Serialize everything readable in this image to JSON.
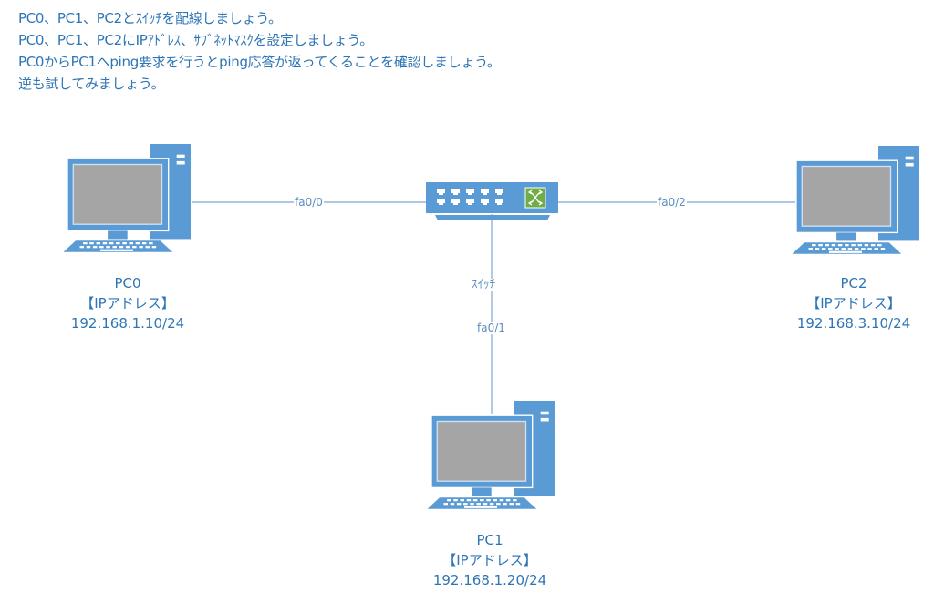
{
  "instructions": [
    "PC0、PC1、PC2とｽｲｯﾁを配線しましょう。",
    "PC0、PC1、PC2にIPｱﾄﾞﾚｽ、ｻﾌﾞﾈｯﾄﾏｽｸを設定しましょう。",
    "PC0からPC1へping要求を行うとping応答が返ってくることを確認しましょう。",
    "逆も試してみましょう。"
  ],
  "colors": {
    "device_blue": "#5b9bd5",
    "screen_gray": "#a5a5a5",
    "switch_green": "#70ad47",
    "text_blue": "#2e75b6",
    "link_line": "#7fa7cf"
  },
  "devices": {
    "pc0": {
      "name": "PC0",
      "ip_heading": "【IPアドレス】",
      "ip": "192.168.1.10/24",
      "icon": "desktop-pc-icon"
    },
    "pc1": {
      "name": "PC1",
      "ip_heading": "【IPアドレス】",
      "ip": "192.168.1.20/24",
      "icon": "desktop-pc-icon"
    },
    "pc2": {
      "name": "PC2",
      "ip_heading": "【IPアドレス】",
      "ip": "192.168.3.10/24",
      "icon": "desktop-pc-icon"
    },
    "switch": {
      "name": "ｽｲｯﾁ",
      "icon": "network-switch-icon"
    }
  },
  "links": {
    "pc0_switch": {
      "port": "fa0/0"
    },
    "pc1_switch": {
      "port": "fa0/1"
    },
    "pc2_switch": {
      "port": "fa0/2"
    }
  }
}
